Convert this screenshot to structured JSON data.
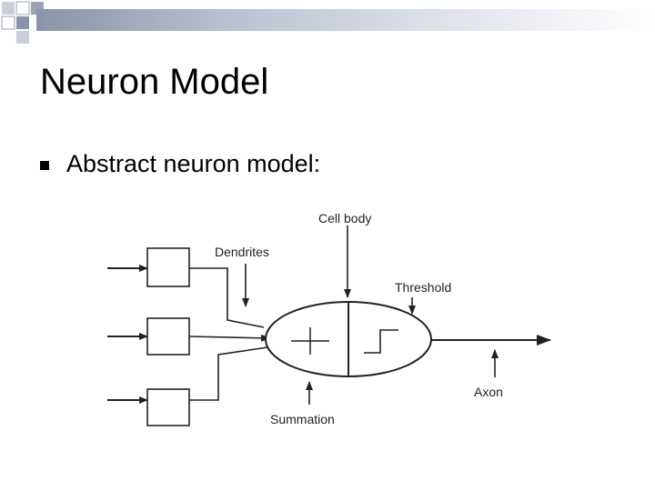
{
  "slide": {
    "title": "Neuron Model",
    "bullet_text": "Abstract neuron model:"
  },
  "diagram": {
    "labels": {
      "cell_body": "Cell body",
      "dendrites": "Dendrites",
      "threshold": "Threshold",
      "summation": "Summation",
      "axon": "Axon",
      "plus_symbol": "+"
    }
  },
  "colors": {
    "accent_gradient_start": "#8a93a8",
    "deco_square_dark": "#9aa2b5",
    "deco_square_light": "#c9cedb"
  }
}
